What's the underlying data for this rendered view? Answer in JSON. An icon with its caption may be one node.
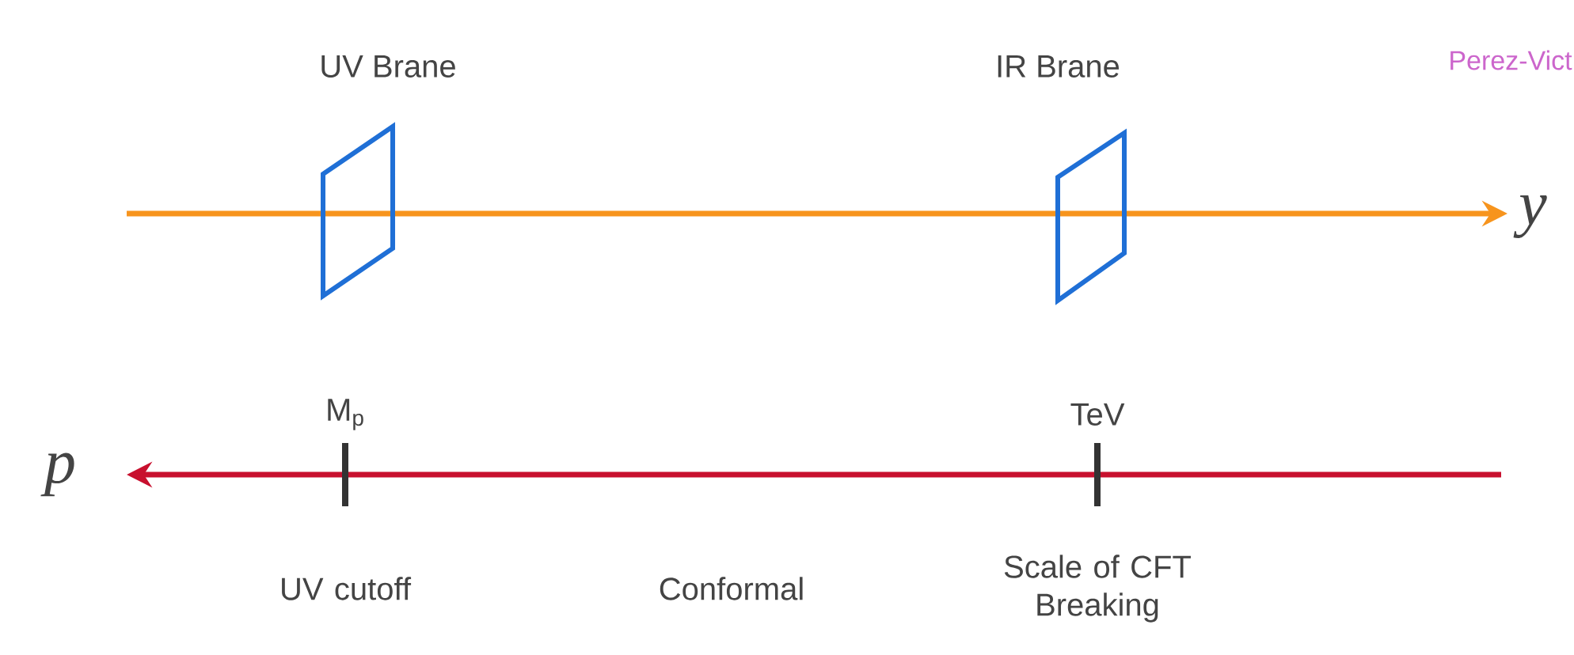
{
  "diagram": {
    "labels": [
      "UV Brane",
      "IR Brane",
      "Perez-Vict",
      "y",
      "M$_{p}$",
      "TeV",
      "p",
      "UV cutoff",
      "Conformal",
      "Scale of CFT Breaking"
    ]
  }
}
